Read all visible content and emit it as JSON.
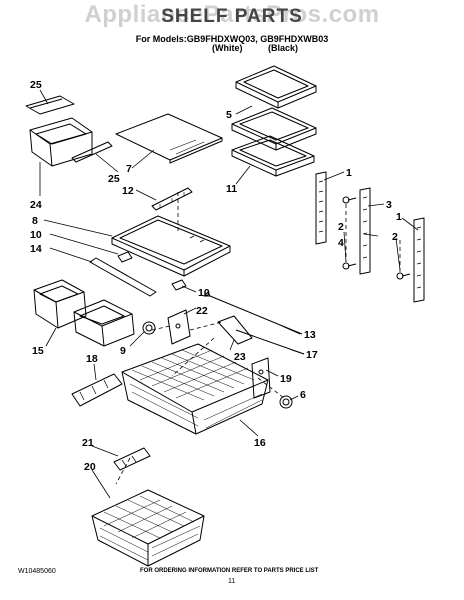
{
  "watermark": "AppliancePartsPros.com",
  "title": "SHELF PARTS",
  "models_line": "For Models:GB9FHDXWQ03, GB9FHDXWB03",
  "variant_white": "(White)",
  "variant_black": "(Black)",
  "footer": {
    "doc_number": "W10485060",
    "page": "11",
    "order_info": "FOR ORDERING INFORMATION REFER TO PARTS PRICE LIST"
  },
  "part_labels": [
    "25",
    "24",
    "7",
    "25",
    "12",
    "8",
    "10",
    "14",
    "10",
    "15",
    "9",
    "22",
    "13",
    "23",
    "17",
    "18",
    "19",
    "6",
    "16",
    "21",
    "20",
    "5",
    "11",
    "1",
    "3",
    "2",
    "4",
    "1",
    "2"
  ]
}
